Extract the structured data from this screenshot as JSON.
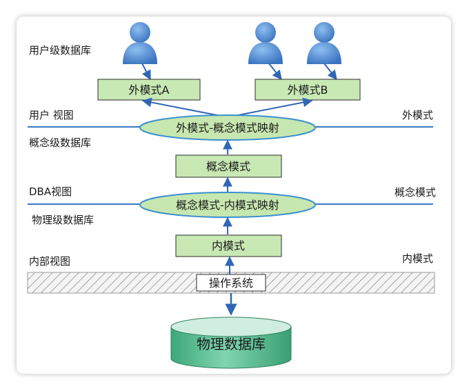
{
  "left_labels": {
    "user_db": "用户级数据库",
    "user_view": "用户 视图",
    "concept_db": "概念级数据库",
    "dba_view": "DBA视图",
    "physical_level_db": "物理级数据库",
    "internal_view": "内部视图"
  },
  "right_labels": {
    "external_schema": "外模式",
    "conceptual_schema": "概念模式",
    "internal_schema": "内模式"
  },
  "boxes": {
    "external_a": "外模式A",
    "external_b": "外模式B",
    "conceptual": "概念模式",
    "internal": "内模式",
    "os": "操作系统"
  },
  "mappings": {
    "external_conceptual": "外模式-概念模式映射",
    "conceptual_internal": "概念模式-内模式映射"
  },
  "database": "物理数据库",
  "colors": {
    "box_fill": "#c8e8b4",
    "box_stroke": "#2b2b2b",
    "ellipse_fill": "#c7e7b0",
    "ellipse_stroke": "#3a8fd0",
    "line": "#3a78c2",
    "arrow": "#2f66b6",
    "user_icon": "#4f86d0",
    "cylinder_body": "#62c39a",
    "cylinder_top": "#cfeee0"
  }
}
